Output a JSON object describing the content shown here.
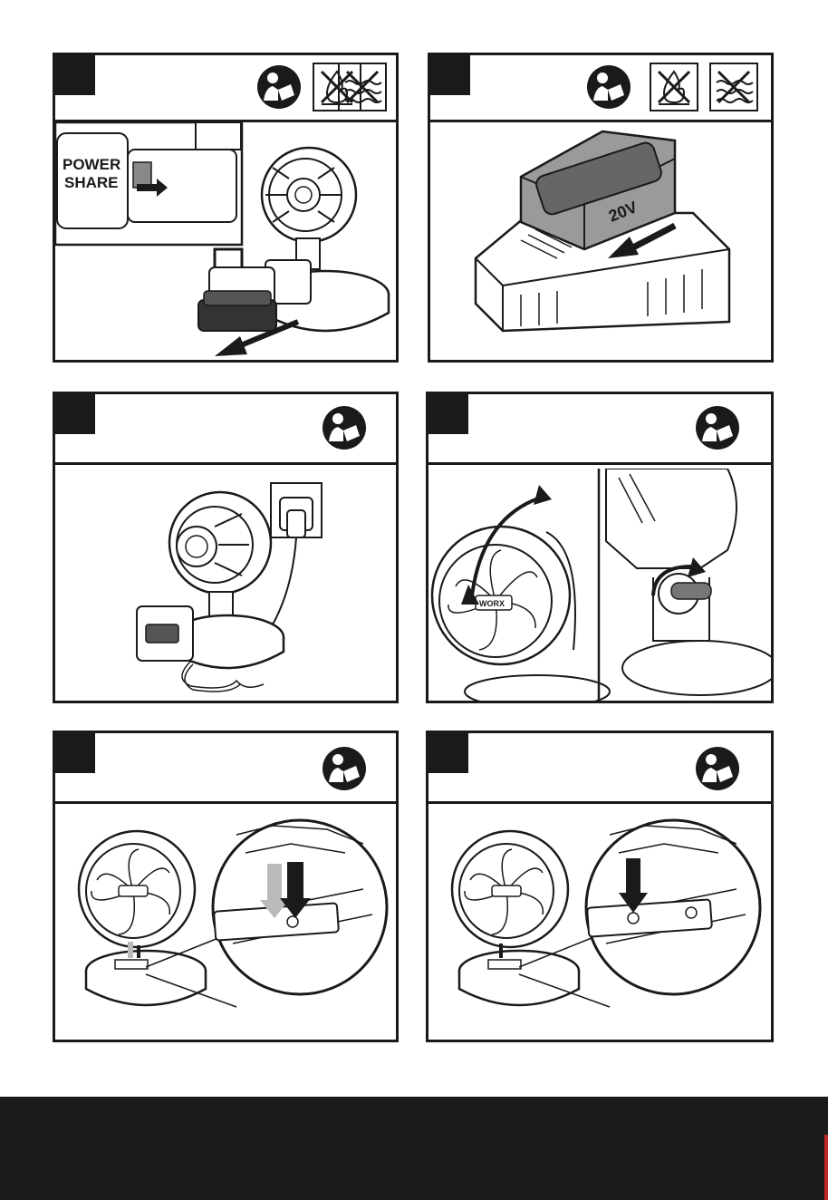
{
  "colors": {
    "ink": "#1a1a1a",
    "footer": "#1c1a1b",
    "accent": "#c3272c",
    "placeholder_fill": "#f2f2f2"
  },
  "panels": [
    {
      "id": "remove-battery",
      "icons": [
        "read-manual-icon",
        "no-fire-icon",
        "no-water-icon"
      ]
    },
    {
      "id": "charge-battery",
      "icons": [
        "read-manual-icon",
        "no-fire-icon",
        "no-water-icon"
      ]
    },
    {
      "id": "adapter-power",
      "icons": [
        "read-manual-icon"
      ]
    },
    {
      "id": "tilt-adjust",
      "icons": [
        "read-manual-icon"
      ]
    },
    {
      "id": "power-on",
      "icons": [
        "read-manual-icon"
      ]
    },
    {
      "id": "speed-select",
      "icons": [
        "read-manual-icon"
      ]
    }
  ],
  "labels": {
    "battery_brand_line1": "POWER",
    "battery_brand_line2": "SHARE",
    "battery_voltage": "20V",
    "fan_badge": "WORX"
  }
}
